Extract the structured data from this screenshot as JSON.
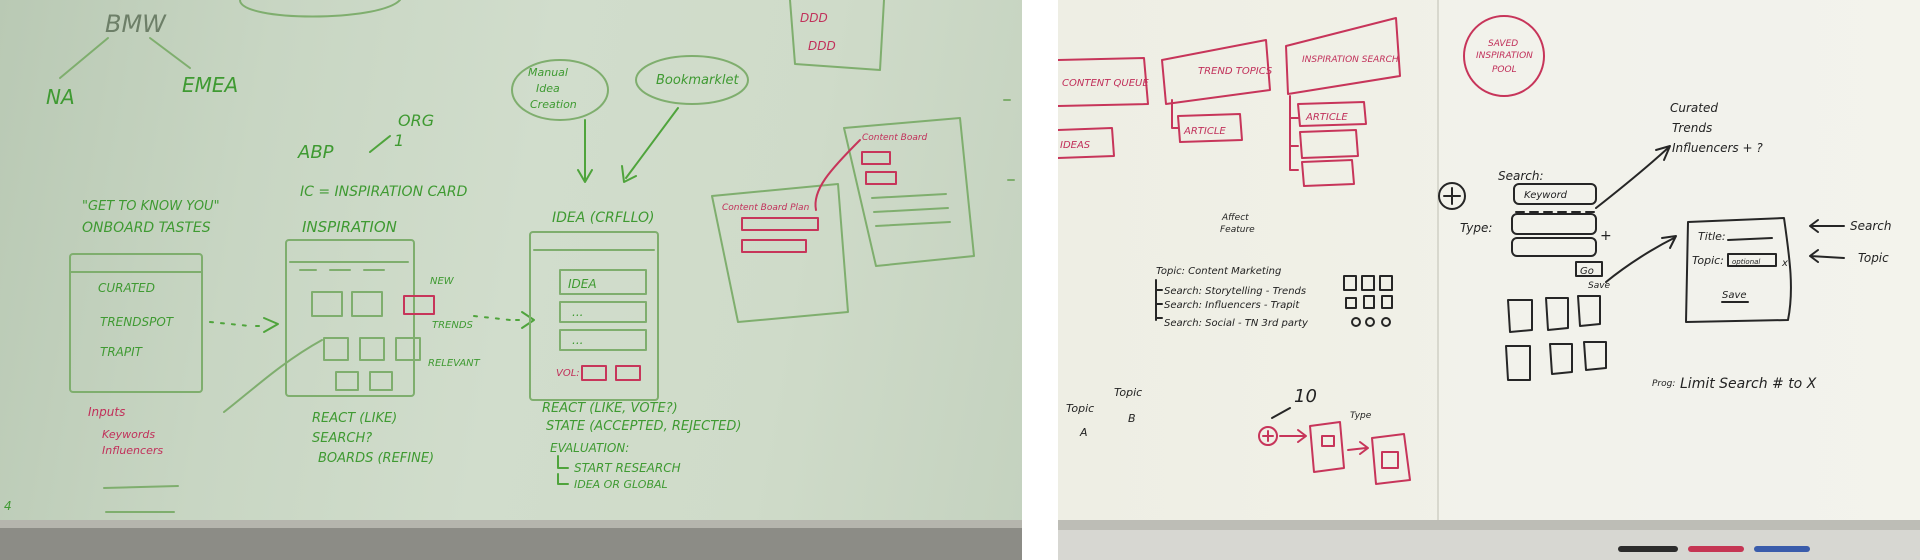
{
  "left_board": {
    "bmw": "BMW",
    "na": "NA",
    "emea": "EMEA",
    "abp": "ABP",
    "org": "ORG",
    "one": "1",
    "ic_card": "IC = INSPIRATION CARD",
    "manual_idea": [
      "Manual",
      "Idea",
      "Creation"
    ],
    "bookmarklet": "Bookmarklet",
    "get_to_know": "\"GET TO KNOW YOU\"",
    "onboard_tastes": "ONBOARD TASTES",
    "list_items": [
      "CURATED",
      "TRENDSPOT",
      "TRAPIT"
    ],
    "inputs_label": "Inputs",
    "inputs_items": [
      "Keywords",
      "Influencers"
    ],
    "inspiration_title": "INSPIRATION",
    "inspiration_words": [
      "NEW",
      "TRENDS",
      "RELEVANT"
    ],
    "inspiration_actions": [
      "REACT (LIKE)",
      "SEARCH?",
      "BOARDS (REFINE)"
    ],
    "idea_title": "IDEA (CRFLLO)",
    "idea_item": "IDEA",
    "idea_dots": [
      "...",
      "..."
    ],
    "vol": "VOL:",
    "idea_actions": [
      "REACT (LIKE, VOTE?)",
      "STATE (ACCEPTED, REJECTED)",
      "EVALUATION:",
      "START RESEARCH",
      "IDEA OR GLOBAL"
    ],
    "content_board": "Content Board Plan",
    "content_card": "Content Board",
    "left_edge_mark": "4"
  },
  "right_board": {
    "tabs": [
      "CONTENT QUEUE",
      "TREND TOPICS",
      "INSPIRATION SEARCH"
    ],
    "sub_tabs": [
      "IDEAS",
      "ARTICLE",
      "ARTICLE"
    ],
    "saved_pool": [
      "SAVED",
      "INSPIRATION",
      "POOL"
    ],
    "curated_list": [
      "Curated",
      "Trends",
      "Influencers + ?"
    ],
    "search_label": "Search:",
    "keyword": "Keyword",
    "type_label": "Type:",
    "go": "Go",
    "save_small": "Save",
    "affect_feature": [
      "Affect",
      "Feature"
    ],
    "topic_line": "Topic: Content Marketing",
    "search_lines": [
      "Search: Storytelling - Trends",
      "Search: Influencers - Trapit",
      "Search: Social - TN   3rd party"
    ],
    "title_field": "Title:",
    "topic_field": "Topic:",
    "optional": "optional",
    "save_button": "Save",
    "arrow_search": "Search",
    "arrow_topic": "Topic",
    "topic_a": [
      "Topic",
      "A"
    ],
    "topic_b": [
      "Topic",
      "B"
    ],
    "ten": "10",
    "type_small": "Type",
    "prog": "Prog:",
    "limit": "Limit Search # to X"
  }
}
